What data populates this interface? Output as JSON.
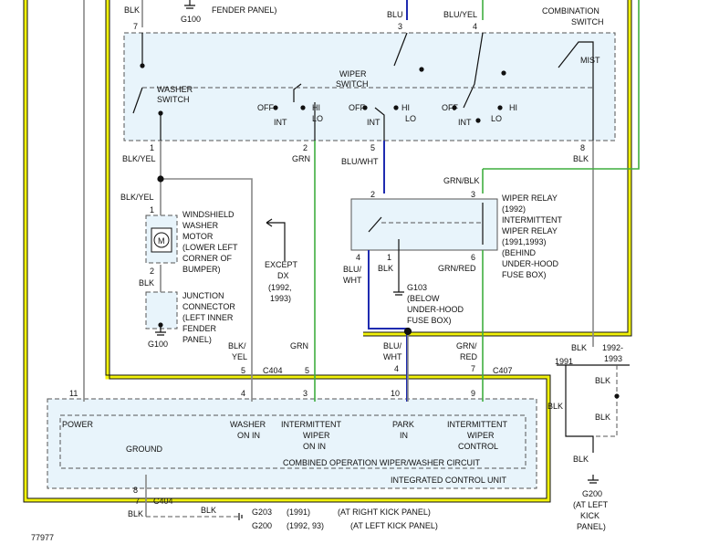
{
  "labels": {
    "top_blk": "BLK",
    "top_g100": "G100",
    "top_fender": "FENDER PANEL)",
    "blu": "BLU",
    "blu_yel": "BLU/YEL",
    "combination_switch": "COMBINATION",
    "combination_switch2": "SWITCH",
    "pin7": "7",
    "pin3": "3",
    "pin4": "4",
    "washer_switch": "WASHER",
    "washer_switch2": "SWITCH",
    "wiper_switch": "WIPER",
    "wiper_switch2": "SWITCH",
    "mist": "MIST",
    "off": "OFF",
    "hi": "HI",
    "int": "INT",
    "lo": "LO",
    "pin1": "1",
    "pin2": "2",
    "pin5": "5",
    "pin8": "8",
    "blk_yel": "BLK/YEL",
    "grn": "GRN",
    "blu_wht": "BLU/WHT",
    "blk": "BLK",
    "grn_blk": "GRN/BLK",
    "wiper_relay": [
      "WIPER RELAY",
      "(1992)",
      "INTERMITTENT",
      "WIPER RELAY",
      "(1991,1993)",
      "(BEHIND",
      "UNDER-HOOD",
      "FUSE BOX)"
    ],
    "washer_motor": [
      "WINDSHIELD",
      "WASHER",
      "MOTOR",
      "(LOWER LEFT",
      "CORNER OF",
      "BUMPER)"
    ],
    "junction": [
      "JUNCTION",
      "CONNECTOR",
      "(LEFT INNER",
      "FENDER",
      "PANEL)"
    ],
    "g100": "G100",
    "except_dx": [
      "EXCEPT",
      "DX",
      "(1992,",
      "1993)"
    ],
    "relay_pin4": "4",
    "relay_pin1": "1",
    "relay_pin6": "6",
    "relay_pin2": "2",
    "relay_pin3": "3",
    "blu_wht_split": [
      "BLU/",
      "WHT"
    ],
    "grn_red": "GRN/RED",
    "g103": [
      "G103",
      "(BELOW",
      "UNDER-HOOD",
      "FUSE BOX)"
    ],
    "blk_yel_split": [
      "BLK/",
      "YEL"
    ],
    "blu_wht_split2": [
      "BLU/",
      "WHT"
    ],
    "grn_red_split": [
      "GRN/",
      "RED"
    ],
    "c404": "C404",
    "c407": "C407",
    "pin11": "11",
    "pin10": "10",
    "pin9": "9",
    "power": "POWER",
    "washer_on_in": [
      "WASHER",
      "ON IN"
    ],
    "intermittent_wiper_on_in": [
      "INTERMITTENT",
      "WIPER",
      "ON IN"
    ],
    "park_in": [
      "PARK",
      "IN"
    ],
    "intermittent_wiper_control": [
      "INTERMITTENT",
      "WIPER",
      "CONTROL"
    ],
    "ground": "GROUND",
    "combined_operation": "COMBINED OPERATION WIPER/WASHER CIRCUIT",
    "integrated_control_unit": "INTEGRATED CONTROL UNIT",
    "y1991": "1991",
    "y1992_1993": [
      "1992-",
      "1993"
    ],
    "g200": [
      "G200",
      "(AT LEFT",
      "KICK",
      "PANEL)"
    ],
    "g203": "G203",
    "g203_year": "(1991)",
    "g203_loc": "(AT RIGHT KICK PANEL)",
    "g200b": "G200",
    "g200b_year": "(1992, 93)",
    "g200b_loc": "(AT LEFT KICK PANEL)",
    "figure_id": "77977"
  }
}
